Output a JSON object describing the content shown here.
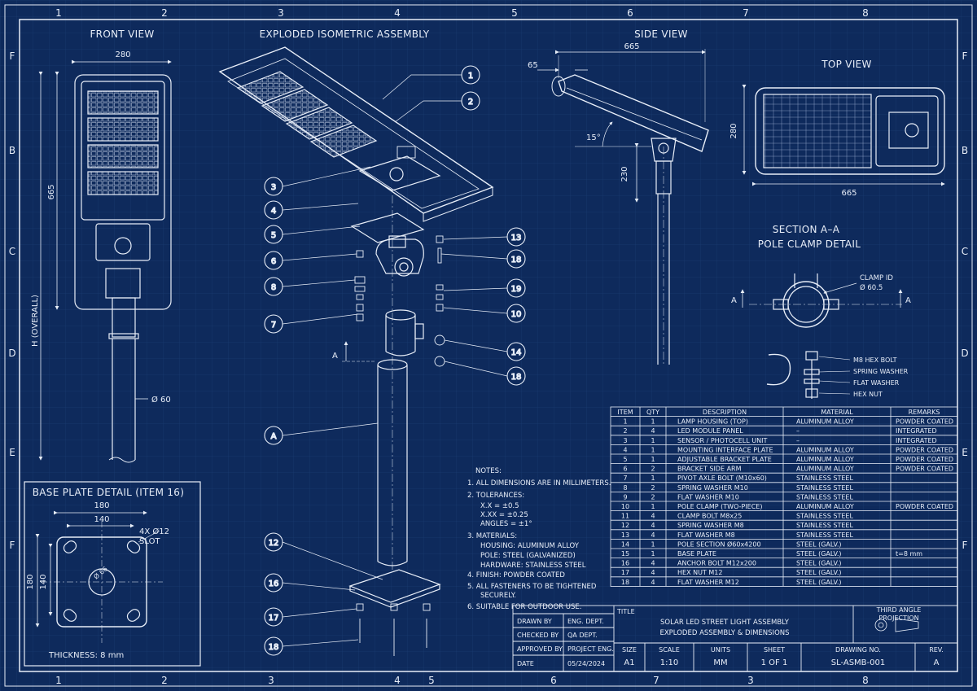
{
  "border": {
    "cols": [
      "1",
      "2",
      "3",
      "4",
      "5",
      "6",
      "7",
      "8"
    ],
    "bottom_cols": [
      "1",
      "2",
      "3",
      "4",
      "5",
      "6",
      "7",
      "3",
      "8"
    ],
    "rows": [
      "F",
      "B",
      "C",
      "D",
      "E",
      "F"
    ]
  },
  "views": {
    "front": "FRONT VIEW",
    "exploded": "EXPLODED ISOMETRIC ASSEMBLY",
    "side": "SIDE VIEW",
    "top": "TOP VIEW",
    "section_title": "SECTION A–A",
    "section_sub": "POLE CLAMP DETAIL",
    "base": "BASE PLATE DETAIL (ITEM 16)"
  },
  "dims": {
    "front_width": "280",
    "front_height": "665",
    "h_overall": "H (OVERALL)",
    "pole_dia": "Ø 60",
    "side_65": "65",
    "side_665": "665",
    "side_angle": "15°",
    "side_230": "230",
    "top_280": "280",
    "top_665": "665",
    "clamp_id": "CLAMP ID",
    "clamp_dia": "Ø 60.5",
    "section_a": "A",
    "base_180": "180",
    "base_140": "140",
    "base_slot1": "4X Ø12",
    "base_slot2": "SLOT",
    "base_v180": "180",
    "base_v140": "140",
    "base_center": "Ø 66",
    "thickness": "THICKNESS: 8 mm",
    "exploded_a": "A"
  },
  "fastener_labels": [
    "M8 HEX BOLT",
    "SPRING WASHER",
    "FLAT WASHER",
    "HEX NUT"
  ],
  "balloons": [
    "1",
    "2",
    "3",
    "4",
    "5",
    "6",
    "8",
    "7",
    "13",
    "18",
    "19",
    "10",
    "14",
    "18",
    "A",
    "12",
    "16",
    "17",
    "18"
  ],
  "notes": {
    "title": "NOTES:",
    "lines": [
      "1.  ALL DIMENSIONS ARE IN MILLIMETERS.",
      "2.  TOLERANCES:",
      "X.X   = ±0.5",
      "X.XX  = ±0.25",
      "ANGLES = ±1°",
      "3.  MATERIALS:",
      "HOUSING: ALUMINUM ALLOY",
      "POLE: STEEL (GALVANIZED)",
      "HARDWARE: STAINLESS STEEL",
      "4.  FINISH: POWDER COATED",
      "5.  ALL FASTENERS TO BE TIGHTENED",
      "SECURELY.",
      "6.  SUITABLE FOR OUTDOOR USE."
    ]
  },
  "bom": {
    "headers": [
      "ITEM",
      "QTY",
      "DESCRIPTION",
      "MATERIAL",
      "REMARKS"
    ],
    "rows": [
      [
        "1",
        "1",
        "LAMP HOUSING (TOP)",
        "ALUMINUM ALLOY",
        "POWDER COATED"
      ],
      [
        "2",
        "4",
        "LED MODULE PANEL",
        "–",
        "INTEGRATED"
      ],
      [
        "3",
        "1",
        "SENSOR / PHOTOCELL UNIT",
        "–",
        "INTEGRATED"
      ],
      [
        "4",
        "1",
        "MOUNTING INTERFACE PLATE",
        "ALUMINUM ALLOY",
        "POWDER COATED"
      ],
      [
        "5",
        "1",
        "ADJUSTABLE BRACKET PLATE",
        "ALUMINUM ALLOY",
        "POWDER COATED"
      ],
      [
        "6",
        "2",
        "BRACKET SIDE ARM",
        "ALUMINUM ALLOY",
        "POWDER COATED"
      ],
      [
        "7",
        "1",
        "PIVOT AXLE BOLT (M10x60)",
        "STAINLESS STEEL",
        ""
      ],
      [
        "8",
        "2",
        "SPRING WASHER M10",
        "STAINLESS STEEL",
        ""
      ],
      [
        "9",
        "2",
        "FLAT WASHER M10",
        "STAINLESS STEEL",
        ""
      ],
      [
        "10",
        "1",
        "POLE CLAMP (TWO-PIECE)",
        "ALUMINUM ALLOY",
        "POWDER COATED"
      ],
      [
        "11",
        "4",
        "CLAMP BOLT M8x25",
        "STAINLESS STEEL",
        ""
      ],
      [
        "12",
        "4",
        "SPRING WASHER M8",
        "STAINLESS STEEL",
        ""
      ],
      [
        "13",
        "4",
        "FLAT WASHER M8",
        "STAINLESS STEEL",
        ""
      ],
      [
        "14",
        "1",
        "POLE SECTION Ø60x4200",
        "STEEL (GALV.)",
        ""
      ],
      [
        "15",
        "1",
        "BASE PLATE",
        "STEEL (GALV.)",
        "t=8 mm"
      ],
      [
        "16",
        "4",
        "ANCHOR BOLT M12x200",
        "STEEL (GALV.)",
        ""
      ],
      [
        "17",
        "4",
        "HEX NUT M12",
        "STEEL (GALV.)",
        ""
      ],
      [
        "18",
        "4",
        "FLAT WASHER M12",
        "STEEL (GALV.)",
        ""
      ]
    ]
  },
  "title_block": {
    "label": "TITLE",
    "title1": "SOLAR LED STREET LIGHT ASSEMBLY",
    "title2": "EXPLODED ASSEMBLY & DIMENSIONS",
    "projection1": "THIRD ANGLE",
    "projection2": "PROJECTION",
    "drawn_by": "DRAWN BY",
    "drawn_val": "ENG. DEPT.",
    "checked_by": "CHECKED BY",
    "checked_val": "QA DEPT.",
    "approved_by": "APPROVED BY",
    "approved_val": "PROJECT ENG.",
    "date": "DATE",
    "date_val": "05/24/2024",
    "size": "SIZE",
    "size_val": "A1",
    "scale": "SCALE",
    "scale_val": "1:10",
    "units": "UNITS",
    "units_val": "MM",
    "sheet": "SHEET",
    "sheet_val": "1 OF 1",
    "drawing_no": "DRAWING NO.",
    "drawing_val": "SL-ASMB-001",
    "rev": "REV.",
    "rev_val": "A"
  },
  "colors": {
    "background": "#0e2a5c",
    "line": "#e8eef8",
    "grid": "#2f4f86"
  }
}
